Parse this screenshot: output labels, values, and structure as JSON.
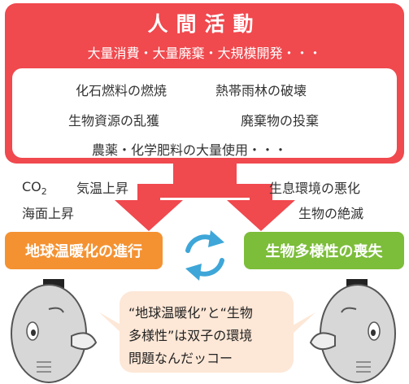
{
  "colors": {
    "human_panel": "#f0494e",
    "warming": "#f49232",
    "biodiversity": "#7cbd3a",
    "cycle_arrows": "#3ea6d8",
    "bubble": "#fde7d6"
  },
  "human": {
    "title": "人間活動",
    "subtitle": "大量消費・大量廃棄・大規模開発・・・",
    "activities": [
      "化石燃料の燃焼",
      "熱帯雨林の破壊",
      "生物資源の乱獲",
      "廃棄物の投棄",
      "農薬・化学肥料の大量使用・・・"
    ]
  },
  "left_effects": {
    "co2": "CO",
    "co2_subscript": "2",
    "temperature": "気温上昇",
    "sea_level": "海面上昇"
  },
  "right_effects": {
    "habitat": "生息環境の悪化",
    "extinction": "生物の絶滅"
  },
  "results": {
    "warming": "地球温暖化の進行",
    "biodiversity": "生物多様性の喪失"
  },
  "cycle_icon": "circular-arrows-icon",
  "mascot_icon": "bird-mascot-icon",
  "speech": {
    "lines": [
      "“地球温暖化”と“生物",
      "多様性”は双子の環境",
      "問題なんだッコー"
    ]
  }
}
